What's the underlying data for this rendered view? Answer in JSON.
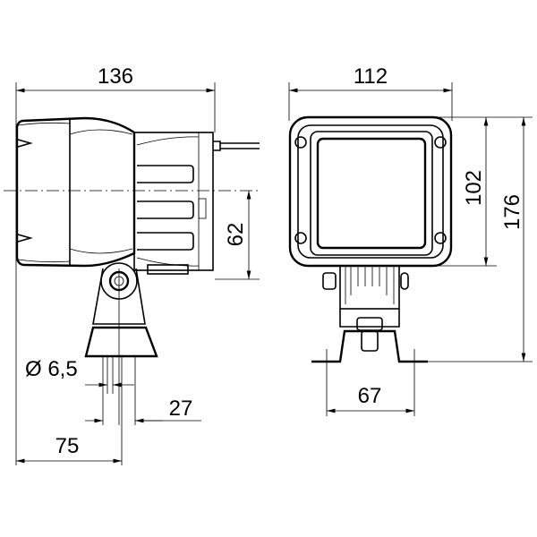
{
  "drawing": {
    "side_view": {
      "width_label": "136",
      "axis_height_label": "62",
      "bore_label": "Ø 6,5",
      "base_label": "27",
      "offset_label": "75"
    },
    "front_view": {
      "width_label": "112",
      "housing_height_label": "102",
      "total_height_label": "176",
      "bracket_label": "67"
    },
    "line_color": "#000000"
  }
}
